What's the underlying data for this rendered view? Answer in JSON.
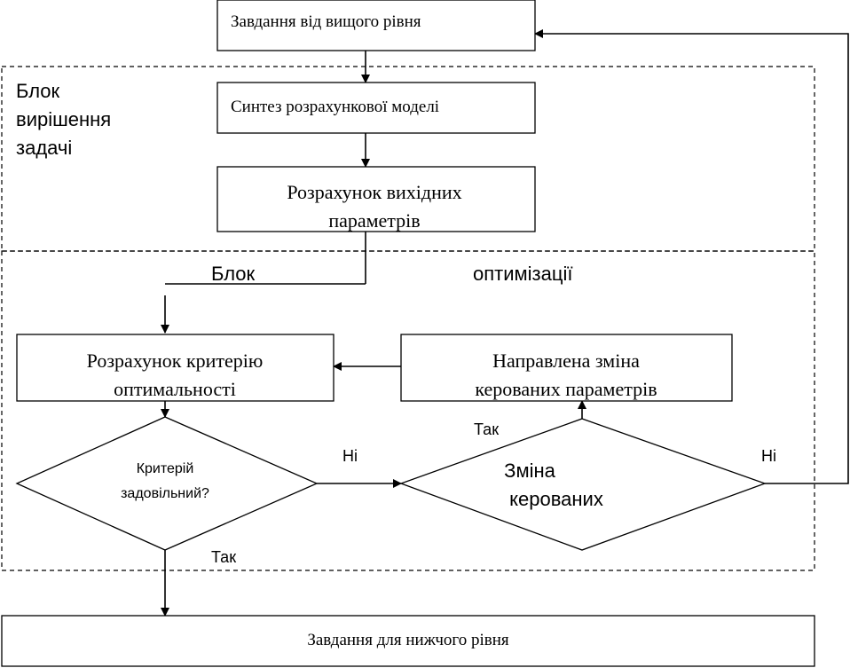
{
  "nodes": {
    "top_task": "Завдання від вищого рівня",
    "synthesis": "Синтез розрахункової моделі",
    "calc_output_1": "Розрахунок вихідних",
    "calc_output_2": "параметрів",
    "calc_criterion_1": "Розрахунок критерію",
    "calc_criterion_2": "оптимальності",
    "directed_change_1": "Направлена зміна",
    "directed_change_2": "керованих параметрів",
    "decision_criterion_1": "Критерій",
    "decision_criterion_2": "задовільний?",
    "decision_change_1": "Зміна",
    "decision_change_2": "керованих",
    "bottom_task": "Завдання для нижчого рівня"
  },
  "groups": {
    "solve_block_1": "Блок",
    "solve_block_2": "вирішення",
    "solve_block_3": "задачі",
    "opt_block_1": "Блок",
    "opt_block_2": "оптимізації"
  },
  "edge_labels": {
    "no_1": "Ні",
    "yes_1": "Так",
    "yes_2": "Так",
    "no_2": "Ні"
  }
}
